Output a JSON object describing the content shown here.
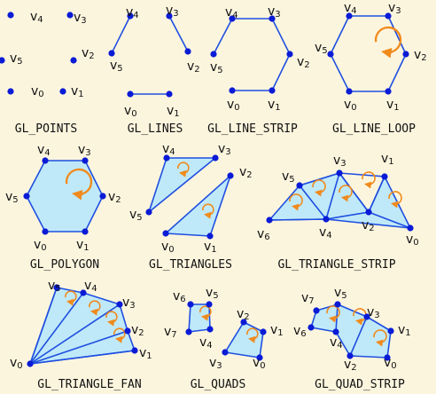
{
  "colors": {
    "background": "#FCF5DE",
    "edge": "#1F4FE0",
    "fill": "#BFE9F8",
    "vertex": "#0A1BD6",
    "arrow": "#F08A1C"
  },
  "panels": [
    {
      "id": "points",
      "title": "GL_POINTS",
      "vertices": [
        "v4",
        "v3",
        "v5",
        "v2",
        "v0",
        "v1"
      ]
    },
    {
      "id": "lines",
      "title": "GL_LINES",
      "vertices": [
        "v4",
        "v3",
        "v5",
        "v2",
        "v0",
        "v1"
      ]
    },
    {
      "id": "line-strip",
      "title": "GL_LINE_STRIP",
      "vertices": [
        "v4",
        "v3",
        "v5",
        "v2",
        "v0",
        "v1"
      ]
    },
    {
      "id": "line-loop",
      "title": "GL_LINE_LOOP",
      "vertices": [
        "v4",
        "v3",
        "v5",
        "v2",
        "v0",
        "v1"
      ]
    },
    {
      "id": "polygon",
      "title": "GL_POLYGON",
      "vertices": [
        "v4",
        "v3",
        "v5",
        "v2",
        "v0",
        "v1"
      ]
    },
    {
      "id": "triangles",
      "title": "GL_TRIANGLES",
      "vertices": [
        "v4",
        "v3",
        "v2",
        "v5",
        "v0",
        "v1"
      ]
    },
    {
      "id": "triangle-strip",
      "title": "GL_TRIANGLE_STRIP",
      "vertices": [
        "v5",
        "v3",
        "v1",
        "v6",
        "v4",
        "v2",
        "v0"
      ]
    },
    {
      "id": "triangle-fan",
      "title": "GL_TRIANGLE_FAN",
      "vertices": [
        "v5",
        "v4",
        "v3",
        "v2",
        "v1",
        "v0"
      ]
    },
    {
      "id": "quads",
      "title": "GL_QUADS",
      "vertices": [
        "v6",
        "v5",
        "v7",
        "v4",
        "v2",
        "v1",
        "v3",
        "v0"
      ]
    },
    {
      "id": "quad-strip",
      "title": "GL_QUAD_STRIP",
      "vertices": [
        "v7",
        "v5",
        "v6",
        "v3",
        "v4",
        "v1",
        "v2",
        "v0"
      ]
    }
  ]
}
